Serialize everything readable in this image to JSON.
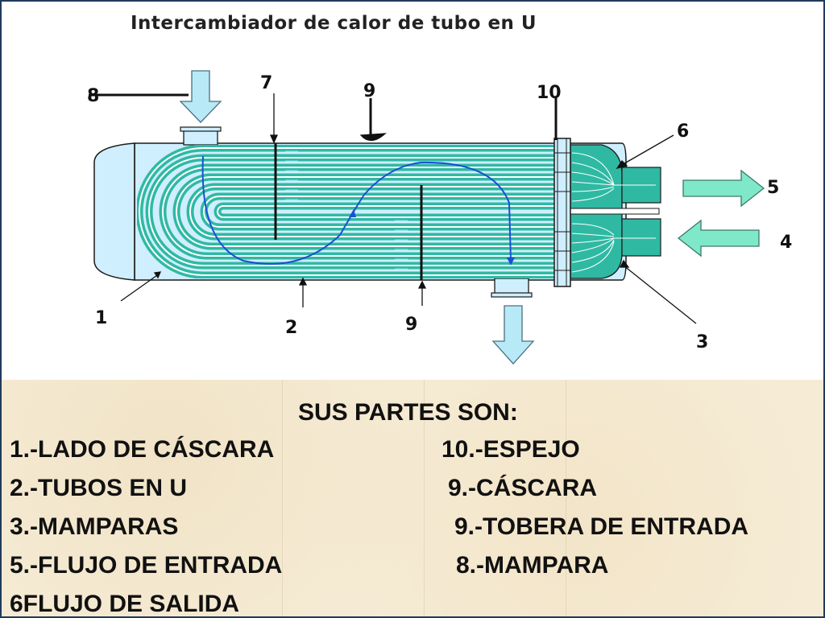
{
  "diagram": {
    "title": "Intercambiador de calor de tubo en U",
    "callouts": [
      "1",
      "2",
      "3",
      "4",
      "5",
      "6",
      "7",
      "8",
      "9",
      "9",
      "10"
    ]
  },
  "parts": {
    "heading": "SUS PARTES SON:",
    "left": [
      "1.-LADO DE CÁSCARA",
      "2.-TUBOS EN U",
      "3.-MAMPARAS",
      "5.-FLUJO DE ENTRADA",
      "6FLUJO DE SALIDA"
    ],
    "right": [
      "10.-ESPEJO",
      "9.-CÁSCARA",
      "9.-TOBERA DE ENTRADA",
      "8.-MAMPARA"
    ]
  },
  "colors": {
    "shell": "#cfeefe",
    "tubes": "#2fb9a3",
    "tube_gap": "#ffffff",
    "flow_arrow": "#7fd9ef",
    "shell_flow": "#1a4fd6",
    "outline": "#1a1a1a",
    "text_background": "#f6ecd6"
  }
}
